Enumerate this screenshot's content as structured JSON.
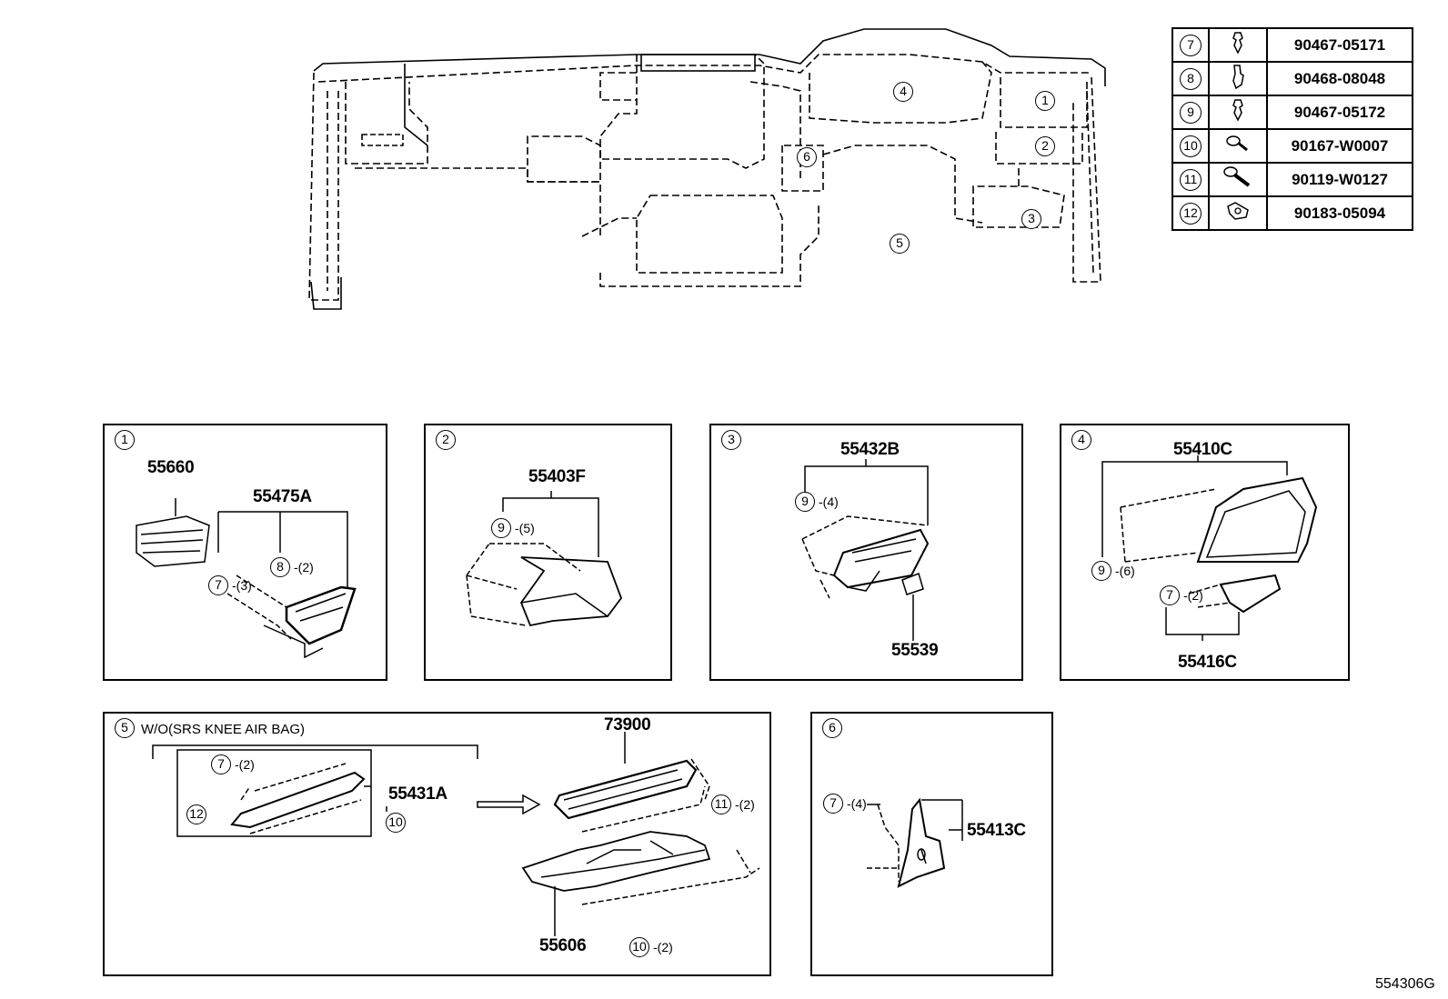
{
  "legend": [
    {
      "ref": "7",
      "icon": "clip-icon",
      "part": "90467-05171"
    },
    {
      "ref": "8",
      "icon": "clip-icon",
      "part": "90468-08048"
    },
    {
      "ref": "9",
      "icon": "clip-icon",
      "part": "90467-05172"
    },
    {
      "ref": "10",
      "icon": "screw-icon",
      "part": "90167-W0007"
    },
    {
      "ref": "11",
      "icon": "bolt-icon",
      "part": "90119-W0127"
    },
    {
      "ref": "12",
      "icon": "nut-icon",
      "part": "90183-05094"
    }
  ],
  "overview": {
    "callouts": [
      "1",
      "2",
      "3",
      "4",
      "5",
      "6"
    ]
  },
  "panels": {
    "p1": {
      "num": "1",
      "parts": [
        "55660",
        "55475A"
      ],
      "refs": [
        {
          "ref": "8",
          "qty": "-(2)"
        },
        {
          "ref": "7",
          "qty": "-(3)"
        }
      ]
    },
    "p2": {
      "num": "2",
      "parts": [
        "55403F"
      ],
      "refs": [
        {
          "ref": "9",
          "qty": "-(5)"
        }
      ]
    },
    "p3": {
      "num": "3",
      "parts": [
        "55432B",
        "55539"
      ],
      "refs": [
        {
          "ref": "9",
          "qty": "-(4)"
        }
      ]
    },
    "p4": {
      "num": "4",
      "parts": [
        "55410C",
        "55416C"
      ],
      "refs": [
        {
          "ref": "9",
          "qty": "-(6)"
        },
        {
          "ref": "7",
          "qty": "-(2)"
        }
      ]
    },
    "p5": {
      "num": "5",
      "note": "W/O(SRS KNEE AIR BAG)",
      "parts": [
        "55431A",
        "73900",
        "55606"
      ],
      "refs": [
        {
          "ref": "7",
          "qty": "-(2)"
        },
        {
          "ref": "12",
          "qty": ""
        },
        {
          "ref": "10",
          "qty": ""
        },
        {
          "ref": "11",
          "qty": "-(2)"
        },
        {
          "ref": "10",
          "qty": "-(2)"
        }
      ]
    },
    "p6": {
      "num": "6",
      "parts": [
        "55413C"
      ],
      "refs": [
        {
          "ref": "7",
          "qty": "-(4)"
        }
      ]
    }
  },
  "figure_code": "554306G"
}
